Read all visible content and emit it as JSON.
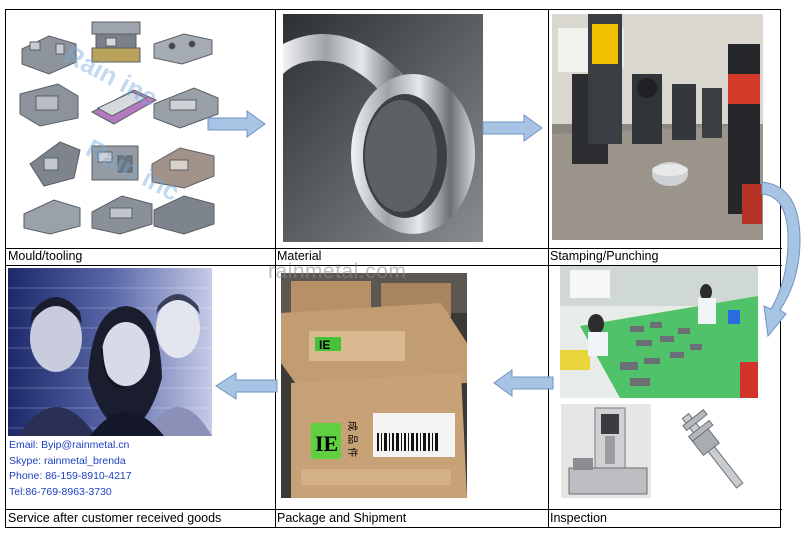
{
  "cells": [
    {
      "id": "mould",
      "caption": "Mould/tooling"
    },
    {
      "id": "material",
      "caption": "Material"
    },
    {
      "id": "stamping",
      "caption": "Stamping/Punching"
    },
    {
      "id": "service",
      "caption": "Service after customer received goods"
    },
    {
      "id": "package",
      "caption": "Package and Shipment"
    },
    {
      "id": "inspection",
      "caption": "Inspection"
    }
  ],
  "mould_watermark": "Rain inc",
  "watermark": "rainmetal.com",
  "contact": {
    "email": "Email: Byip@rainmetal.cn",
    "skype": "Skype: rainmetal_brenda",
    "phone": "Phone: 86-159-8910-4217",
    "tel": "Tel:86-769-8963-3730"
  },
  "box_labels": {
    "ie": "IE",
    "cn": "成 品 件"
  },
  "colors": {
    "arrow_fill": "#a7c4e4",
    "arrow_stroke": "#6f95c2",
    "contact_text": "#1a3fbf"
  }
}
